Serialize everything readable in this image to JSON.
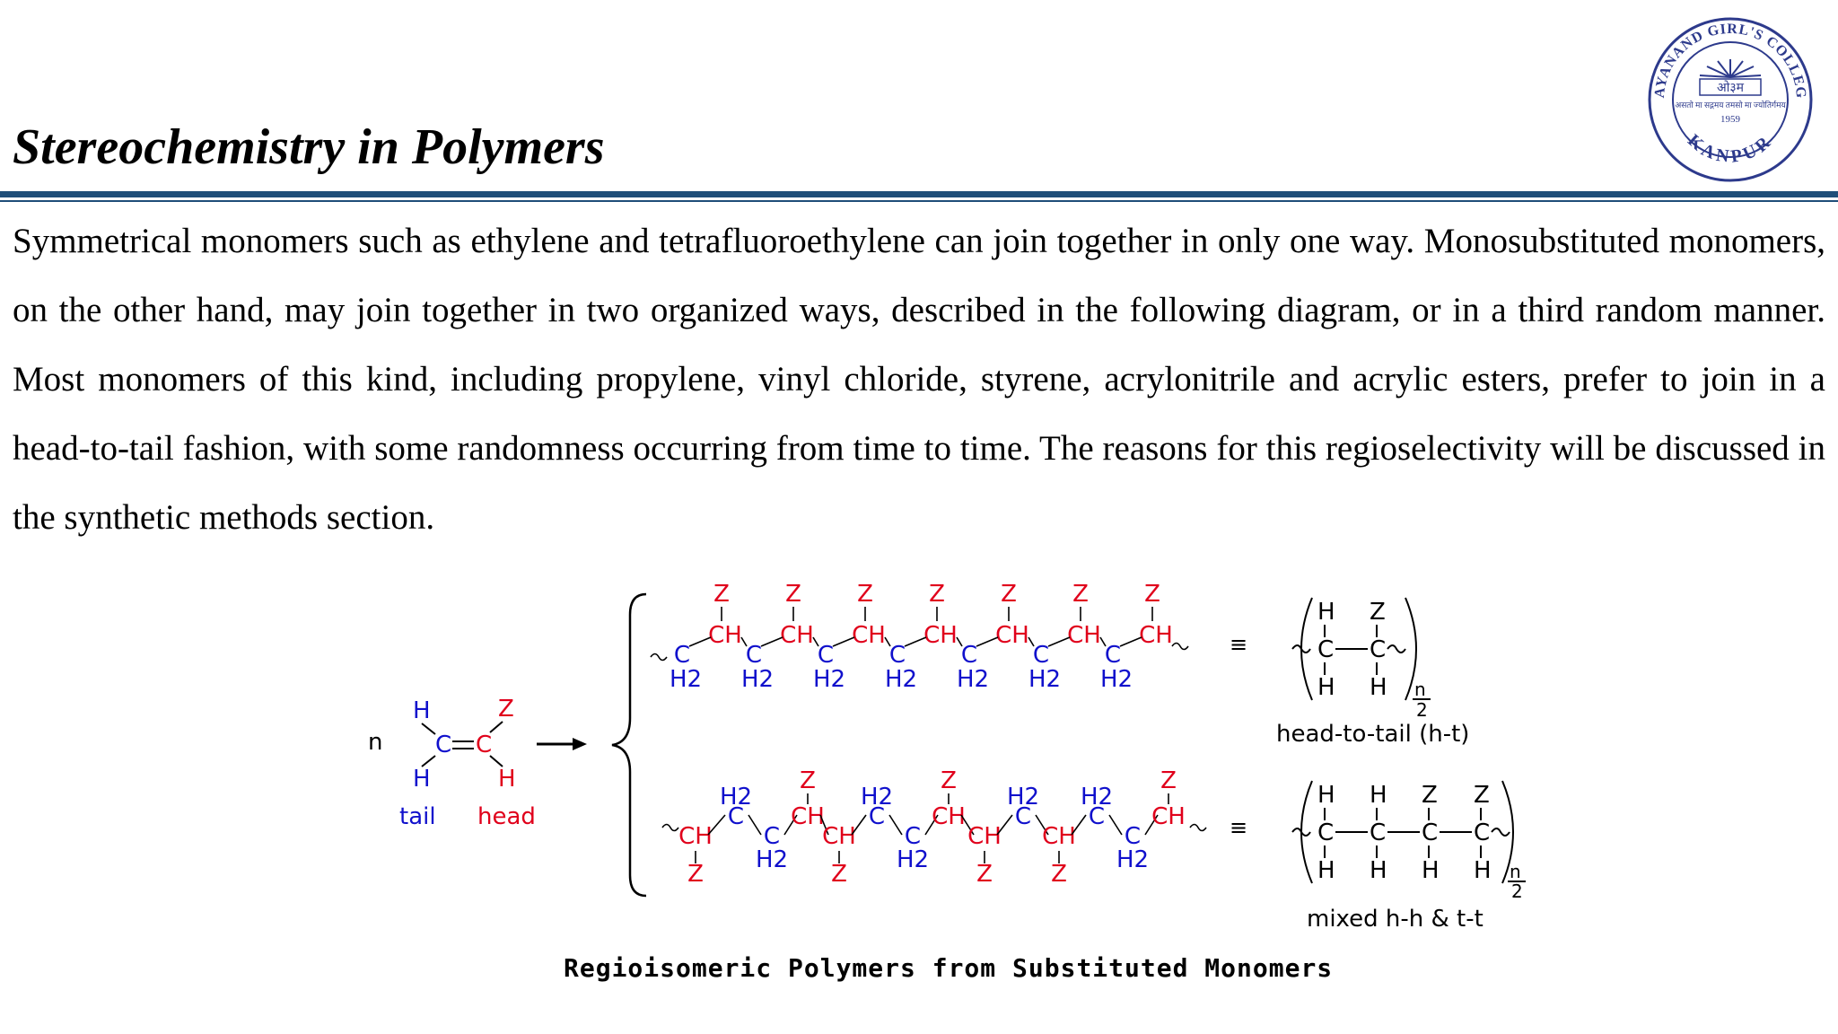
{
  "slide": {
    "title": "Stereochemistry in Polymers",
    "body": "Symmetrical monomers such as ethylene and tetrafluoroethylene can join together in only one way. Monosubstituted monomers, on the other hand, may join together in two organized ways, described in the following diagram, or in a third random manner. Most monomers of this kind, including propylene, vinyl chloride, styrene, acrylonitrile and acrylic esters, prefer to join in a head-to-tail fashion, with some randomness occurring from time to time. The reasons for this regioselectivity will be discussed in the synthetic methods section."
  },
  "logo": {
    "college": "DAYANAND GIRL'S COLLEGE",
    "city": "KANPUR",
    "year": "1959",
    "emblem_text": "ओ३म",
    "motto": "असतो मा सद्गमय तमसो मा ज्योतिर्गमय"
  },
  "diagram": {
    "monomer": {
      "n": "n",
      "tail": "tail",
      "head": "head"
    },
    "labels": {
      "head_to_tail": "head-to-tail (h-t)",
      "mixed": "mixed h-h & t-t",
      "equiv": "≡",
      "n_over": "n",
      "two_under": "2"
    },
    "atoms": {
      "H": "H",
      "Z": "Z",
      "C": "C",
      "CH": "CH",
      "H2": "H2"
    }
  },
  "caption": "Regioisomeric Polymers from Substituted Monomers",
  "colors": {
    "rule": "#1f4e79",
    "blue": "#1010cc",
    "red": "#e0001b",
    "logo": "#2d3a8c"
  }
}
